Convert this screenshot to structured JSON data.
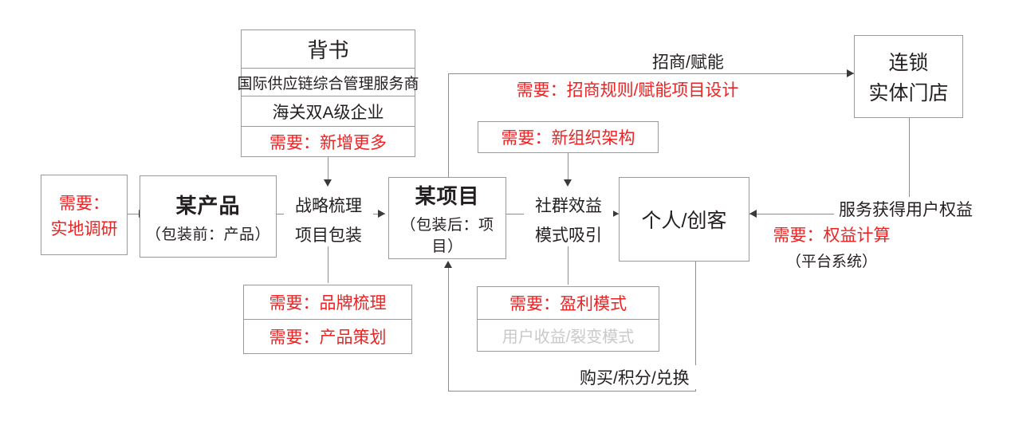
{
  "diagram": {
    "title_semantic": "business-model-flow-diagram",
    "colors": {
      "requirement_red": "#ee2222",
      "node_text": "#231f20",
      "muted_grey": "#c9c9c9",
      "border_grey": "#9a9a9a"
    },
    "nodes": {
      "field_research": {
        "line1": "需要：",
        "line2": "实地调研"
      },
      "product": {
        "title": "某产品",
        "subtitle": "（包装前：产品）"
      },
      "project": {
        "title": "某项目",
        "subtitle": "（包装后：项目）"
      },
      "individual_maker": {
        "title": "个人/创客"
      },
      "chain_store": {
        "line1": "连锁",
        "line2": "实体门店"
      },
      "endorsement": {
        "header": "背书",
        "rows": [
          {
            "text": "国际供应链综合管理服务商",
            "style": "dark"
          },
          {
            "text": "海关双A级企业",
            "style": "dark"
          },
          {
            "text": "需要：新增更多",
            "style": "red"
          }
        ]
      },
      "brand_stack": {
        "rows": [
          {
            "text": "需要：品牌梳理",
            "style": "red"
          },
          {
            "text": "需要：产品策划",
            "style": "red"
          }
        ]
      },
      "profit_stack": {
        "rows": [
          {
            "text": "需要：盈利模式",
            "style": "red"
          },
          {
            "text": "用户收益/裂变模式",
            "style": "grey"
          }
        ]
      },
      "org_structure": {
        "text": "需要：新组织架构"
      },
      "investment_rule": {
        "text": "需要：招商规则/赋能项目设计"
      }
    },
    "edges": {
      "research_to_product": {
        "label": ""
      },
      "product_to_project": {
        "label_line1": "战略梳理",
        "label_line2": "项目包装"
      },
      "project_to_individual": {
        "label_line1": "社群效益",
        "label_line2": "模式吸引"
      },
      "project_to_chain_store": {
        "label": "招商/赋能"
      },
      "chain_store_to_individual": {
        "label": "服务获得用户权益",
        "note_red": "需要：权益计算",
        "note_sub": "（平台系统）"
      },
      "individual_to_project": {
        "label": "购买/积分/兑换"
      }
    }
  }
}
